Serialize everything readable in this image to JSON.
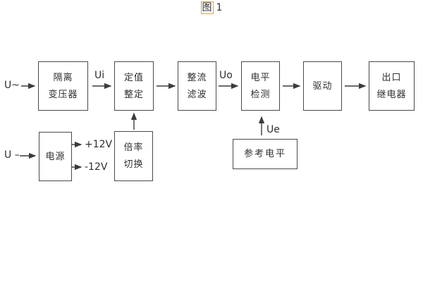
{
  "figure": {
    "caption_prefix": "图",
    "caption_number": "1"
  },
  "labels": {
    "input_ac": "U~",
    "input_dc": "U –",
    "ui": "Ui",
    "uo": "Uo",
    "ue": "Ue",
    "plus_12v": "+12V",
    "minus_12v": "-12V"
  },
  "blocks": {
    "isolation_transformer": {
      "line1": "隔离",
      "line2": "变压器"
    },
    "setting_adjust": {
      "line1": "定值",
      "line2": "整定"
    },
    "rectify_filter": {
      "line1": "整流",
      "line2": "滤波"
    },
    "level_detect": {
      "line1": "电平",
      "line2": "检测"
    },
    "drive": {
      "label": "驱动"
    },
    "output_relay": {
      "line1": "出口",
      "line2": "继电器"
    },
    "power_supply": {
      "label": "电源"
    },
    "ratio_switch": {
      "line1": "倍率",
      "line2": "切换"
    },
    "reference_level": {
      "label": "参考电平"
    }
  },
  "colors": {
    "background": "#ffffff",
    "line": "#3c3c3c",
    "box_border": "#4a4a4a",
    "text": "#2f2f2f",
    "caption_highlight": "#dba04a"
  }
}
